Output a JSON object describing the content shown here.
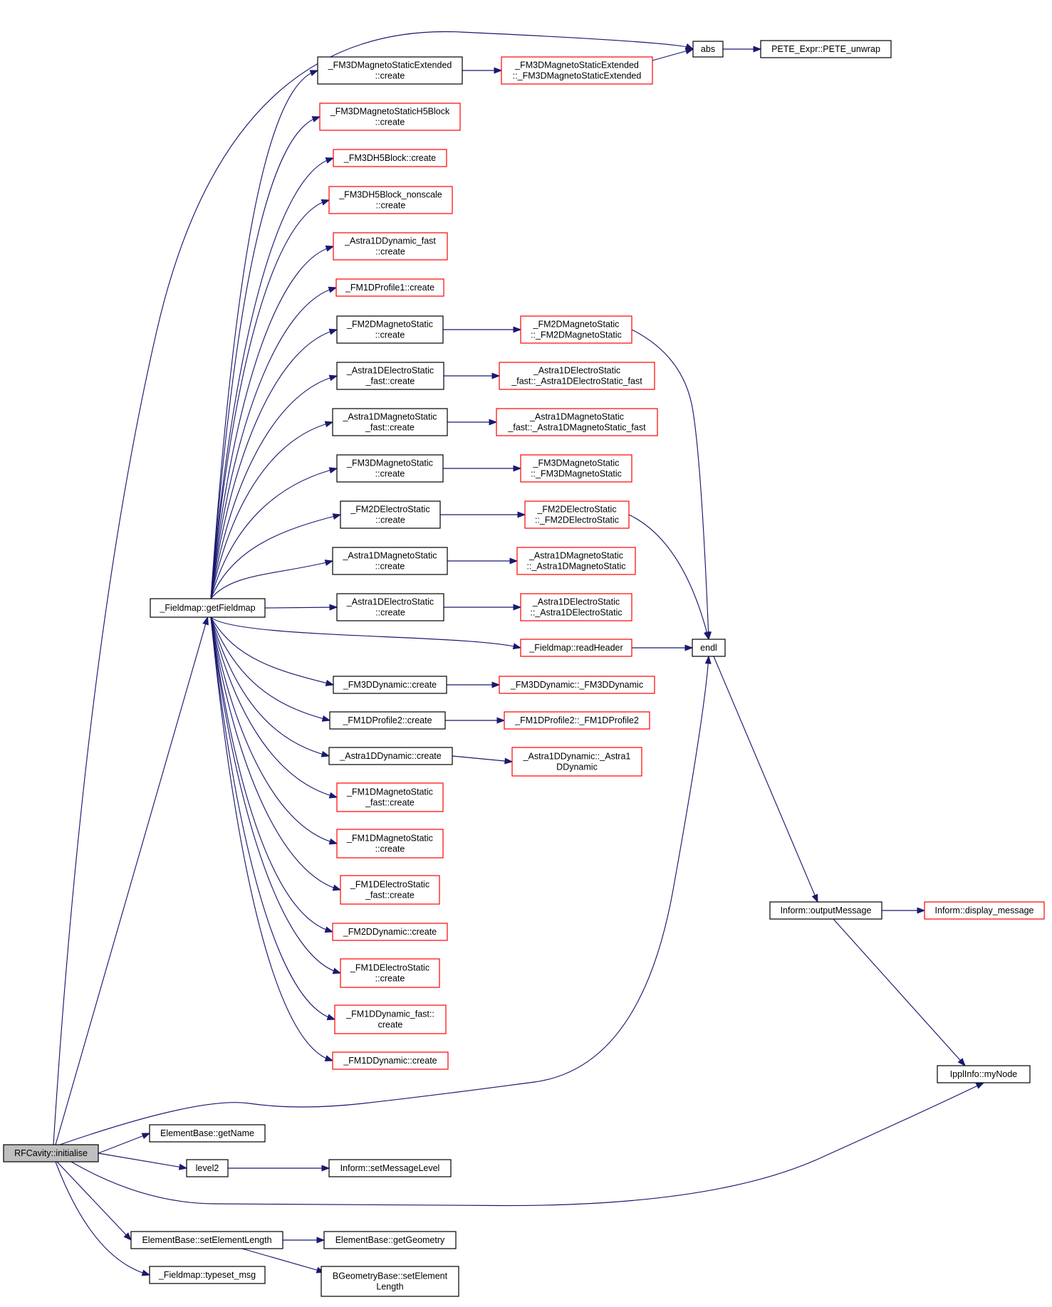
{
  "colors": {
    "edge": "#191970",
    "border_normal": "#000000",
    "border_truncated": "#ff0000",
    "root_fill": "#bfbfbf",
    "node_fill": "#ffffff"
  },
  "nodes": [
    {
      "id": "n_root",
      "lines": [
        "RFCavity::initialise"
      ],
      "style": "root"
    },
    {
      "id": "n_getfieldmap",
      "lines": [
        "_Fieldmap::getFieldmap"
      ],
      "style": "normal"
    },
    {
      "id": "n_fm3dmse_create",
      "lines": [
        "_FM3DMagnetoStaticExtended",
        "::create"
      ],
      "style": "normal"
    },
    {
      "id": "n_fm3dmse_ctor",
      "lines": [
        "_FM3DMagnetoStaticExtended",
        "::_FM3DMagnetoStaticExtended"
      ],
      "style": "truncated"
    },
    {
      "id": "n_abs",
      "lines": [
        "abs"
      ],
      "style": "normal"
    },
    {
      "id": "n_pete",
      "lines": [
        "PETE_Expr::PETE_unwrap"
      ],
      "style": "normal"
    },
    {
      "id": "n_fm3dmsh5",
      "lines": [
        "_FM3DMagnetoStaticH5Block",
        "::create"
      ],
      "style": "truncated"
    },
    {
      "id": "n_fm3dh5",
      "lines": [
        "_FM3DH5Block::create"
      ],
      "style": "truncated"
    },
    {
      "id": "n_fm3dh5ns",
      "lines": [
        "_FM3DH5Block_nonscale",
        "::create"
      ],
      "style": "truncated"
    },
    {
      "id": "n_astra1ddf",
      "lines": [
        "_Astra1DDynamic_fast",
        "::create"
      ],
      "style": "truncated"
    },
    {
      "id": "n_fm1dp1",
      "lines": [
        "_FM1DProfile1::create"
      ],
      "style": "truncated"
    },
    {
      "id": "n_fm2dms_create",
      "lines": [
        "_FM2DMagnetoStatic",
        "::create"
      ],
      "style": "normal"
    },
    {
      "id": "n_fm2dms_ctor",
      "lines": [
        "_FM2DMagnetoStatic",
        "::_FM2DMagnetoStatic"
      ],
      "style": "truncated"
    },
    {
      "id": "n_a1desf_create",
      "lines": [
        "_Astra1DElectroStatic",
        "_fast::create"
      ],
      "style": "normal"
    },
    {
      "id": "n_a1desf_ctor",
      "lines": [
        "_Astra1DElectroStatic",
        "_fast::_Astra1DElectroStatic_fast"
      ],
      "style": "truncated"
    },
    {
      "id": "n_a1dmsf_create",
      "lines": [
        "_Astra1DMagnetoStatic",
        "_fast::create"
      ],
      "style": "normal"
    },
    {
      "id": "n_a1dmsf_ctor",
      "lines": [
        "_Astra1DMagnetoStatic",
        "_fast::_Astra1DMagnetoStatic_fast"
      ],
      "style": "truncated"
    },
    {
      "id": "n_fm3dms_create",
      "lines": [
        "_FM3DMagnetoStatic",
        "::create"
      ],
      "style": "normal"
    },
    {
      "id": "n_fm3dms_ctor",
      "lines": [
        "_FM3DMagnetoStatic",
        "::_FM3DMagnetoStatic"
      ],
      "style": "truncated"
    },
    {
      "id": "n_fm2des_create",
      "lines": [
        "_FM2DElectroStatic",
        "::create"
      ],
      "style": "normal"
    },
    {
      "id": "n_fm2des_ctor",
      "lines": [
        "_FM2DElectroStatic",
        "::_FM2DElectroStatic"
      ],
      "style": "truncated"
    },
    {
      "id": "n_a1dms_create",
      "lines": [
        "_Astra1DMagnetoStatic",
        "::create"
      ],
      "style": "normal"
    },
    {
      "id": "n_a1dms_ctor",
      "lines": [
        "_Astra1DMagnetoStatic",
        "::_Astra1DMagnetoStatic"
      ],
      "style": "truncated"
    },
    {
      "id": "n_a1des_create",
      "lines": [
        "_Astra1DElectroStatic",
        "::create"
      ],
      "style": "normal"
    },
    {
      "id": "n_a1des_ctor",
      "lines": [
        "_Astra1DElectroStatic",
        "::_Astra1DElectroStatic"
      ],
      "style": "truncated"
    },
    {
      "id": "n_readheader",
      "lines": [
        "_Fieldmap::readHeader"
      ],
      "style": "truncated"
    },
    {
      "id": "n_endl",
      "lines": [
        "endl"
      ],
      "style": "normal"
    },
    {
      "id": "n_fm3dd_create",
      "lines": [
        "_FM3DDynamic::create"
      ],
      "style": "normal"
    },
    {
      "id": "n_fm3dd_ctor",
      "lines": [
        "_FM3DDynamic::_FM3DDynamic"
      ],
      "style": "truncated"
    },
    {
      "id": "n_fm1dp2_create",
      "lines": [
        "_FM1DProfile2::create"
      ],
      "style": "normal"
    },
    {
      "id": "n_fm1dp2_ctor",
      "lines": [
        "_FM1DProfile2::_FM1DProfile2"
      ],
      "style": "truncated"
    },
    {
      "id": "n_a1dd_create",
      "lines": [
        "_Astra1DDynamic::create"
      ],
      "style": "normal"
    },
    {
      "id": "n_a1dd_ctor",
      "lines": [
        "_Astra1DDynamic::_Astra1",
        "DDynamic"
      ],
      "style": "truncated"
    },
    {
      "id": "n_fm1dmsf",
      "lines": [
        "_FM1DMagnetoStatic",
        "_fast::create"
      ],
      "style": "truncated"
    },
    {
      "id": "n_fm1dms",
      "lines": [
        "_FM1DMagnetoStatic",
        "::create"
      ],
      "style": "truncated"
    },
    {
      "id": "n_fm1desf",
      "lines": [
        "_FM1DElectroStatic",
        "_fast::create"
      ],
      "style": "truncated"
    },
    {
      "id": "n_fm2dd",
      "lines": [
        "_FM2DDynamic::create"
      ],
      "style": "truncated"
    },
    {
      "id": "n_fm1des",
      "lines": [
        "_FM1DElectroStatic",
        "::create"
      ],
      "style": "truncated"
    },
    {
      "id": "n_fm1ddf",
      "lines": [
        "_FM1DDynamic_fast::",
        "create"
      ],
      "style": "truncated"
    },
    {
      "id": "n_fm1dd",
      "lines": [
        "_FM1DDynamic::create"
      ],
      "style": "truncated"
    },
    {
      "id": "n_outputmsg",
      "lines": [
        "Inform::outputMessage"
      ],
      "style": "normal"
    },
    {
      "id": "n_displaymsg",
      "lines": [
        "Inform::display_message"
      ],
      "style": "truncated"
    },
    {
      "id": "n_mynode",
      "lines": [
        "IpplInfo::myNode"
      ],
      "style": "normal"
    },
    {
      "id": "n_getname",
      "lines": [
        "ElementBase::getName"
      ],
      "style": "normal"
    },
    {
      "id": "n_level2",
      "lines": [
        "level2"
      ],
      "style": "normal"
    },
    {
      "id": "n_setmsglevel",
      "lines": [
        "Inform::setMessageLevel"
      ],
      "style": "normal"
    },
    {
      "id": "n_setelemlen",
      "lines": [
        "ElementBase::setElementLength"
      ],
      "style": "normal"
    },
    {
      "id": "n_getgeom",
      "lines": [
        "ElementBase::getGeometry"
      ],
      "style": "normal"
    },
    {
      "id": "n_typeset",
      "lines": [
        "_Fieldmap::typeset_msg"
      ],
      "style": "normal"
    },
    {
      "id": "n_bgeomsetlen",
      "lines": [
        "BGeometryBase::setElement",
        "Length"
      ],
      "style": "normal"
    }
  ],
  "edges": [
    {
      "from": "n_root",
      "to": "n_abs"
    },
    {
      "from": "n_root",
      "to": "n_getfieldmap"
    },
    {
      "from": "n_root",
      "to": "n_endl"
    },
    {
      "from": "n_root",
      "to": "n_getname"
    },
    {
      "from": "n_root",
      "to": "n_level2"
    },
    {
      "from": "n_root",
      "to": "n_mynode"
    },
    {
      "from": "n_root",
      "to": "n_setelemlen"
    },
    {
      "from": "n_root",
      "to": "n_typeset"
    },
    {
      "from": "n_getfieldmap",
      "to": "n_fm3dmse_create"
    },
    {
      "from": "n_getfieldmap",
      "to": "n_fm3dmsh5"
    },
    {
      "from": "n_getfieldmap",
      "to": "n_fm3dh5"
    },
    {
      "from": "n_getfieldmap",
      "to": "n_fm3dh5ns"
    },
    {
      "from": "n_getfieldmap",
      "to": "n_astra1ddf"
    },
    {
      "from": "n_getfieldmap",
      "to": "n_fm1dp1"
    },
    {
      "from": "n_getfieldmap",
      "to": "n_fm2dms_create"
    },
    {
      "from": "n_getfieldmap",
      "to": "n_a1desf_create"
    },
    {
      "from": "n_getfieldmap",
      "to": "n_a1dmsf_create"
    },
    {
      "from": "n_getfieldmap",
      "to": "n_fm3dms_create"
    },
    {
      "from": "n_getfieldmap",
      "to": "n_fm2des_create"
    },
    {
      "from": "n_getfieldmap",
      "to": "n_a1dms_create"
    },
    {
      "from": "n_getfieldmap",
      "to": "n_a1des_create"
    },
    {
      "from": "n_getfieldmap",
      "to": "n_readheader"
    },
    {
      "from": "n_getfieldmap",
      "to": "n_fm3dd_create"
    },
    {
      "from": "n_getfieldmap",
      "to": "n_fm1dp2_create"
    },
    {
      "from": "n_getfieldmap",
      "to": "n_a1dd_create"
    },
    {
      "from": "n_getfieldmap",
      "to": "n_fm1dmsf"
    },
    {
      "from": "n_getfieldmap",
      "to": "n_fm1dms"
    },
    {
      "from": "n_getfieldmap",
      "to": "n_fm1desf"
    },
    {
      "from": "n_getfieldmap",
      "to": "n_fm2dd"
    },
    {
      "from": "n_getfieldmap",
      "to": "n_fm1des"
    },
    {
      "from": "n_getfieldmap",
      "to": "n_fm1ddf"
    },
    {
      "from": "n_getfieldmap",
      "to": "n_fm1dd"
    },
    {
      "from": "n_fm3dmse_create",
      "to": "n_fm3dmse_ctor"
    },
    {
      "from": "n_fm3dmse_ctor",
      "to": "n_abs"
    },
    {
      "from": "n_abs",
      "to": "n_pete"
    },
    {
      "from": "n_fm2dms_create",
      "to": "n_fm2dms_ctor"
    },
    {
      "from": "n_fm2dms_ctor",
      "to": "n_endl"
    },
    {
      "from": "n_a1desf_create",
      "to": "n_a1desf_ctor"
    },
    {
      "from": "n_a1dmsf_create",
      "to": "n_a1dmsf_ctor"
    },
    {
      "from": "n_fm3dms_create",
      "to": "n_fm3dms_ctor"
    },
    {
      "from": "n_fm2des_create",
      "to": "n_fm2des_ctor"
    },
    {
      "from": "n_fm2des_ctor",
      "to": "n_endl"
    },
    {
      "from": "n_a1dms_create",
      "to": "n_a1dms_ctor"
    },
    {
      "from": "n_a1des_create",
      "to": "n_a1des_ctor"
    },
    {
      "from": "n_readheader",
      "to": "n_endl"
    },
    {
      "from": "n_endl",
      "to": "n_outputmsg"
    },
    {
      "from": "n_fm3dd_create",
      "to": "n_fm3dd_ctor"
    },
    {
      "from": "n_fm1dp2_create",
      "to": "n_fm1dp2_ctor"
    },
    {
      "from": "n_a1dd_create",
      "to": "n_a1dd_ctor"
    },
    {
      "from": "n_outputmsg",
      "to": "n_displaymsg"
    },
    {
      "from": "n_outputmsg",
      "to": "n_mynode"
    },
    {
      "from": "n_level2",
      "to": "n_setmsglevel"
    },
    {
      "from": "n_setelemlen",
      "to": "n_getgeom"
    },
    {
      "from": "n_setelemlen",
      "to": "n_bgeomsetlen"
    }
  ]
}
